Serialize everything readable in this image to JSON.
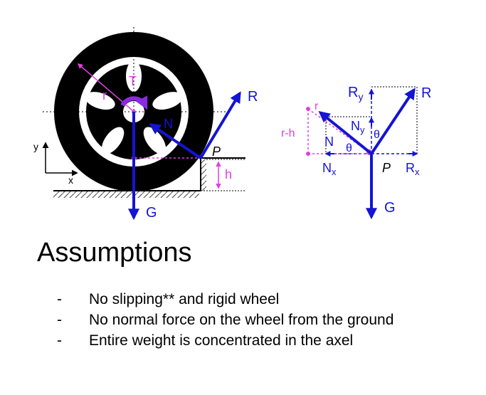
{
  "diagram": {
    "wheel_labels": {
      "torque": "T",
      "radius": "r",
      "normal": "N",
      "reaction": "R",
      "contact_point": "P",
      "step_height": "h",
      "weight": "G",
      "axis_y": "y",
      "axis_x": "x"
    },
    "fbd_labels": {
      "reaction": "R",
      "reaction_y_main": "R",
      "reaction_y_sub": "y",
      "normal": "N",
      "normal_y_main": "N",
      "normal_y_sub": "y",
      "normal_x_main": "N",
      "normal_x_sub": "x",
      "reaction_x_main": "R",
      "reaction_x_sub": "x",
      "angle_1": "θ",
      "angle_2": "θ",
      "radius": "r",
      "r_minus_h": "r-h",
      "contact_point": "P",
      "weight": "G"
    },
    "colors": {
      "force_blue": "#1414d2",
      "dimension_magenta": "#e040e0",
      "torque_purple": "#8a2be2",
      "tire_black": "#000000"
    }
  },
  "assumptions": {
    "title": "Assumptions",
    "bullet_marker": "-",
    "items": [
      "No slipping** and rigid wheel",
      "No normal force on the wheel from the ground",
      "Entire weight is concentrated in the axel"
    ]
  }
}
